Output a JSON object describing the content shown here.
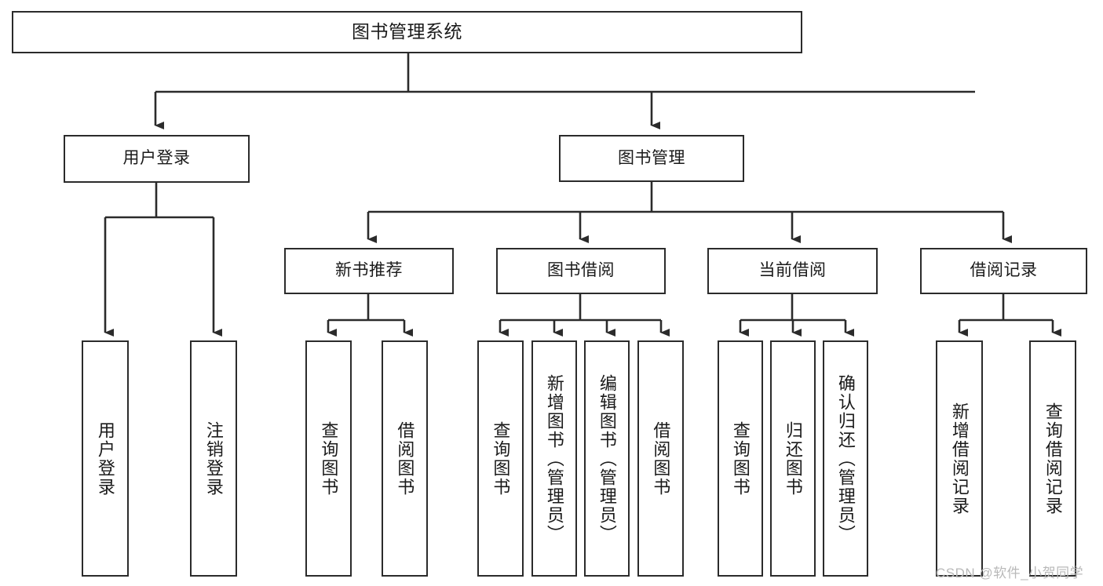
{
  "diagram": {
    "title": "图书管理系统",
    "type": "tree-hierarchy-chart",
    "watermark": "CSDN @软件_小贺同学",
    "colors": {
      "box_border": "#2b2b2b",
      "box_fill": "#ffffff",
      "edge": "#2b2b2b",
      "text": "#1a1a1a",
      "watermark": "#b9b9b9",
      "background": "#ffffff"
    },
    "root": {
      "label": "图书管理系统"
    },
    "level1": [
      {
        "label": "用户登录"
      },
      {
        "label": "图书管理"
      }
    ],
    "level2": [
      {
        "label": "新书推荐"
      },
      {
        "label": "图书借阅"
      },
      {
        "label": "当前借阅"
      },
      {
        "label": "借阅记录"
      }
    ],
    "leaves": {
      "user_login": [
        {
          "label": "用户登录"
        },
        {
          "label": "注销登录"
        }
      ],
      "new_book_recommend": [
        {
          "label": "查询图书"
        },
        {
          "label": "借阅图书"
        }
      ],
      "book_borrow": [
        {
          "label": "查询图书"
        },
        {
          "label": "新增图书（管理员）"
        },
        {
          "label": "编辑图书（管理员）"
        },
        {
          "label": "借阅图书"
        }
      ],
      "current_borrow": [
        {
          "label": "查询图书"
        },
        {
          "label": "归还图书"
        },
        {
          "label": "确认归还（管理员）"
        }
      ],
      "borrow_record": [
        {
          "label": "新增借阅记录"
        },
        {
          "label": "查询借阅记录"
        }
      ]
    }
  }
}
